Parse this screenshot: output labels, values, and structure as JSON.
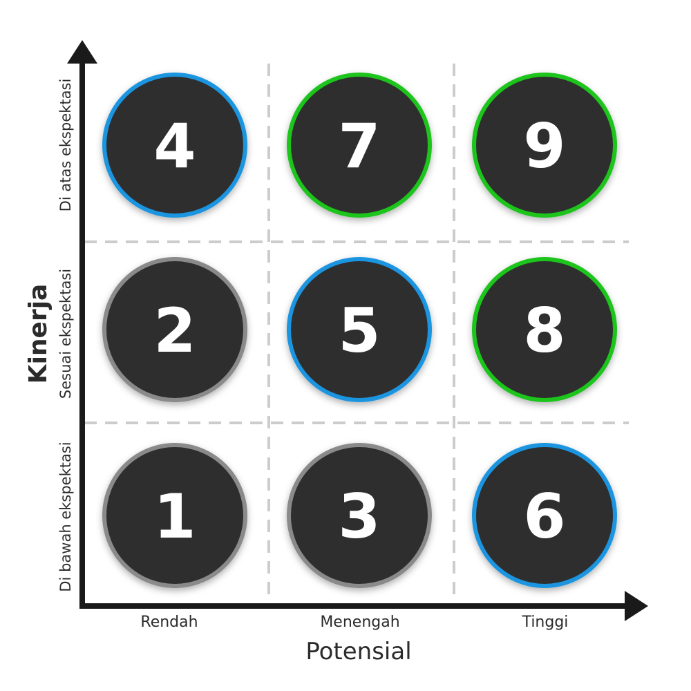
{
  "x_axis": {
    "title": "Potensial",
    "levels": [
      "Rendah",
      "Menengah",
      "Tinggi"
    ]
  },
  "y_axis": {
    "title": "Kinerja",
    "levels": [
      "Di bawah ekspektasi",
      "Sesuai ekspektasi",
      "Di atas ekspektasi"
    ]
  },
  "colors": {
    "circle_fill": "#2d2d2d",
    "ring_gray": "#8a8a8a",
    "ring_blue": "#1a95e0",
    "ring_green": "#1ec41e",
    "axis": "#1a1a1a",
    "grid_dash": "#cccccc"
  },
  "boxes": [
    {
      "number": "1",
      "potential": "Rendah",
      "performance": "Di bawah ekspektasi",
      "ring": "gray"
    },
    {
      "number": "3",
      "potential": "Menengah",
      "performance": "Di bawah ekspektasi",
      "ring": "gray"
    },
    {
      "number": "6",
      "potential": "Tinggi",
      "performance": "Di bawah ekspektasi",
      "ring": "blue"
    },
    {
      "number": "2",
      "potential": "Rendah",
      "performance": "Sesuai ekspektasi",
      "ring": "gray"
    },
    {
      "number": "5",
      "potential": "Menengah",
      "performance": "Sesuai ekspektasi",
      "ring": "blue"
    },
    {
      "number": "8",
      "potential": "Tinggi",
      "performance": "Sesuai ekspektasi",
      "ring": "green"
    },
    {
      "number": "4",
      "potential": "Rendah",
      "performance": "Di atas ekspektasi",
      "ring": "blue"
    },
    {
      "number": "7",
      "potential": "Menengah",
      "performance": "Di atas ekspektasi",
      "ring": "green"
    },
    {
      "number": "9",
      "potential": "Tinggi",
      "performance": "Di atas ekspektasi",
      "ring": "green"
    }
  ]
}
